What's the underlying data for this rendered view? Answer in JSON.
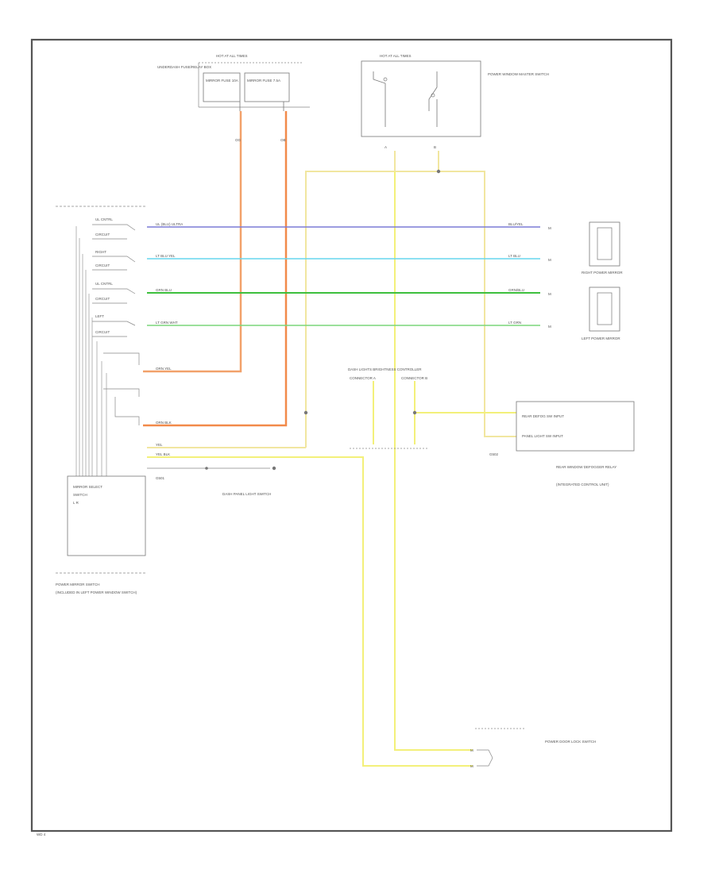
{
  "diagram": {
    "labels": {
      "fuse_hot_top_left": "HOT AT ALL TIMES",
      "fuse_hot_top_right": "HOT AT ALL TIMES",
      "underdash_fuse": "UNDERDASH FUSE/RELAY BOX",
      "fuse_cell_1": "MIRROR FUSE 10A",
      "fuse_cell_2": "MIRROR FUSE 7.5A",
      "power_window_master": "POWER WINDOW MASTER SWITCH",
      "right_mirror": "RIGHT POWER MIRROR",
      "left_mirror": "LEFT POWER MIRROR",
      "mirror_switch": "POWER MIRROR SWITCH",
      "mirror_switch_note": "(INCLUDED IN LEFT POWER WINDOW SWITCH)",
      "defogger_relay": "REAR WINDOW DEFOGGER RELAY",
      "defogger_relay_note": "(INTEGRATED CONTROL UNIT)",
      "door_lock_switch": "POWER DOOR LOCK SWITCH",
      "ground_g501": "G501",
      "ground_g502": "G502",
      "connector_note": "DASH LIGHTS BRIGHTNESS CONTROLLER",
      "connector_a": "CONNECTOR A",
      "connector_b": "CONNECTOR B",
      "bottom_note": "DASH PANEL LIGHT SWITCH",
      "corner_mark": "WD 4"
    },
    "wires": [
      {
        "name": "mirror-up",
        "color": "#7b7bd6",
        "left_text": "UL (BLU) ULTRA",
        "right_text": "BLU/YEL"
      },
      {
        "name": "mirror-right",
        "color": "#66d6ee",
        "left_text": "LT BLU YEL",
        "right_text": "LT BLU"
      },
      {
        "name": "mirror-down",
        "color": "#3dbf3d",
        "left_text": "GRN BLU",
        "right_text": "GRN/BLU"
      },
      {
        "name": "mirror-left",
        "color": "#7ad67a",
        "left_text": "LT GRN WHT",
        "right_text": "LT GRN"
      },
      {
        "name": "power-feed-1",
        "color": "#f2a16a",
        "left_text": "ORN YEL",
        "right_text": ""
      },
      {
        "name": "power-feed-2",
        "color": "#f28a4a",
        "left_text": "ORN BLK",
        "right_text": ""
      },
      {
        "name": "defogger-feed",
        "color": "#f1e6a0",
        "left_text": "YEL",
        "right_text": ""
      },
      {
        "name": "switch-feed",
        "color": "#f3f07a",
        "left_text": "YEL BLK",
        "right_text": ""
      }
    ]
  }
}
